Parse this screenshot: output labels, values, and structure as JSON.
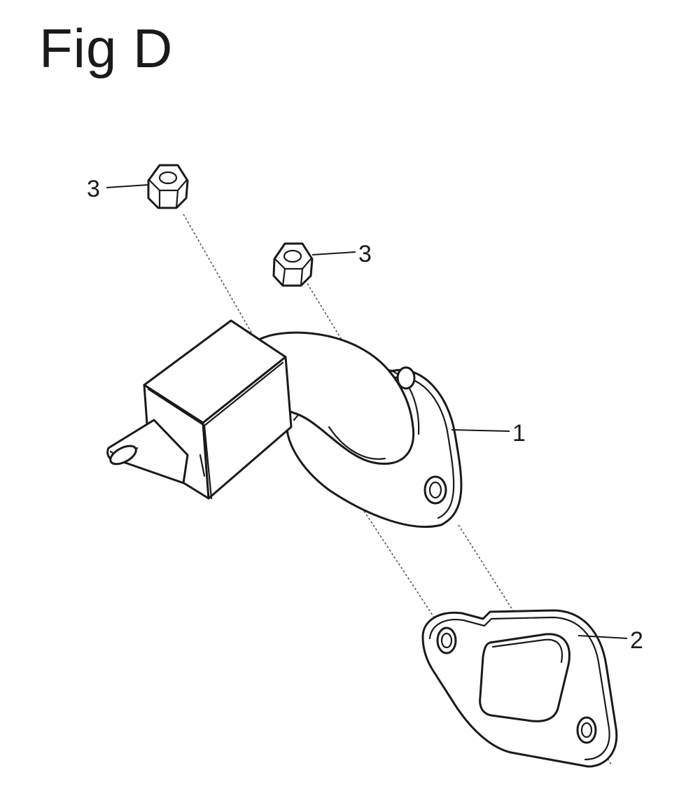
{
  "figure": {
    "title": "Fig D"
  },
  "callouts": [
    {
      "id": "nut-top-left",
      "label": "3"
    },
    {
      "id": "nut-center",
      "label": "3"
    },
    {
      "id": "muffler",
      "label": "1"
    },
    {
      "id": "gasket",
      "label": "2"
    }
  ],
  "colors": {
    "ink": "#1a1a1a",
    "paper": "#ffffff"
  }
}
